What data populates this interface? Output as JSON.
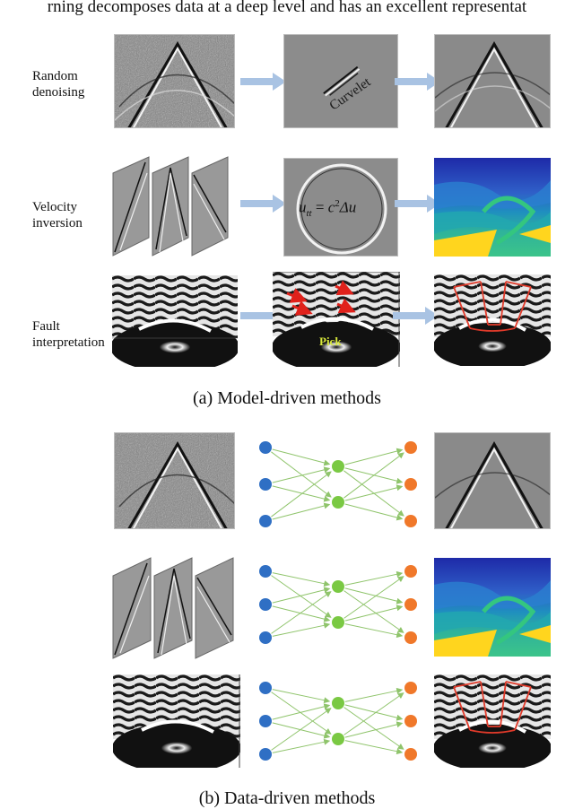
{
  "header_text": "rning decomposes data at a deep level and has an excellent representat",
  "rows": [
    {
      "label_line1": "Random",
      "label_line2": "denoising"
    },
    {
      "label_line1": "Velocity",
      "label_line2": "inversion"
    },
    {
      "label_line1": "Fault",
      "label_line2": "interpretation"
    }
  ],
  "curvelet_label": "Curvelet",
  "equation": {
    "lhs": "u",
    "lhs_sub": "tt",
    "rhs_coef": "c",
    "rhs_exp": "2",
    "rhs_op": "Δu"
  },
  "pick_label": "Pick",
  "caption_a": "(a) Model-driven methods",
  "caption_b": "(b) Data-driven methods",
  "network": {
    "input_color": "#2f6fc4",
    "hidden_color": "#7ac943",
    "output_color": "#f0782a",
    "edge_color": "#8fc46b"
  },
  "colors": {
    "arrow": "#a9c3e3",
    "fault_line": "#e03a2a",
    "red_arrow": "#e0211b",
    "pick": "#d8e83a"
  }
}
